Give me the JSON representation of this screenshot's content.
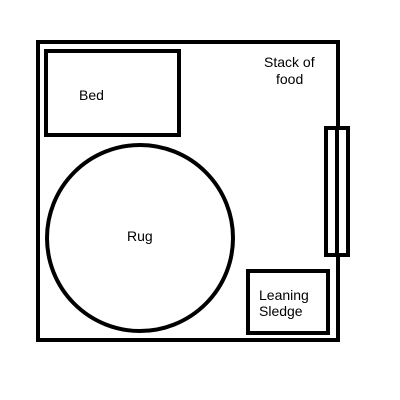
{
  "labels": {
    "bed": "Bed",
    "stack_of_food_line1": "Stack of",
    "stack_of_food_line2": "food",
    "rug": "Rug",
    "leaning_sledge_line1": "Leaning",
    "leaning_sledge_line2": "Sledge"
  },
  "colors": {
    "stroke": "#000000",
    "background": "#ffffff"
  }
}
